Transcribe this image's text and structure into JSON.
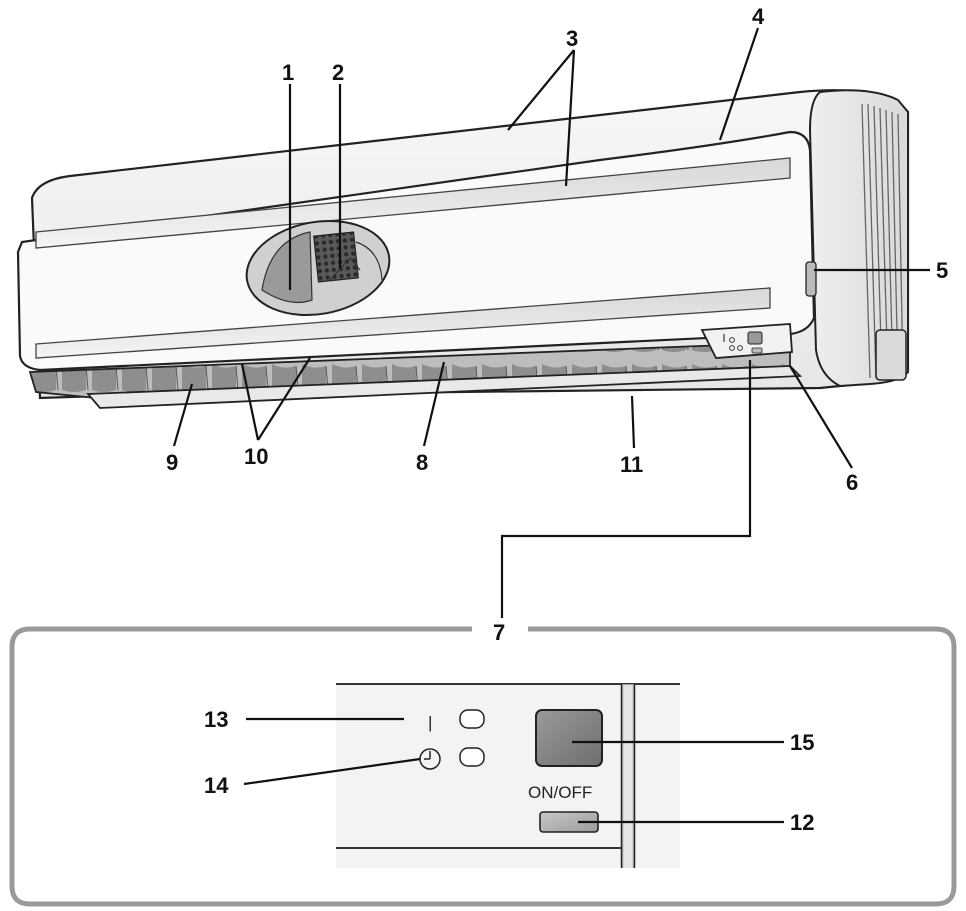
{
  "callouts": {
    "c1": "1",
    "c2": "2",
    "c3": "3",
    "c4": "4",
    "c5": "5",
    "c6": "6",
    "c7": "7",
    "c8": "8",
    "c9": "9",
    "c10": "10",
    "c11": "11",
    "c12": "12",
    "c13": "13",
    "c14": "14",
    "c15": "15"
  },
  "panel": {
    "onoff_label": "ON/OFF",
    "power_symbol": "|",
    "timer_symbol": "◷"
  },
  "icons": {
    "timer": "clock-icon",
    "power": "power-indicator-icon"
  }
}
